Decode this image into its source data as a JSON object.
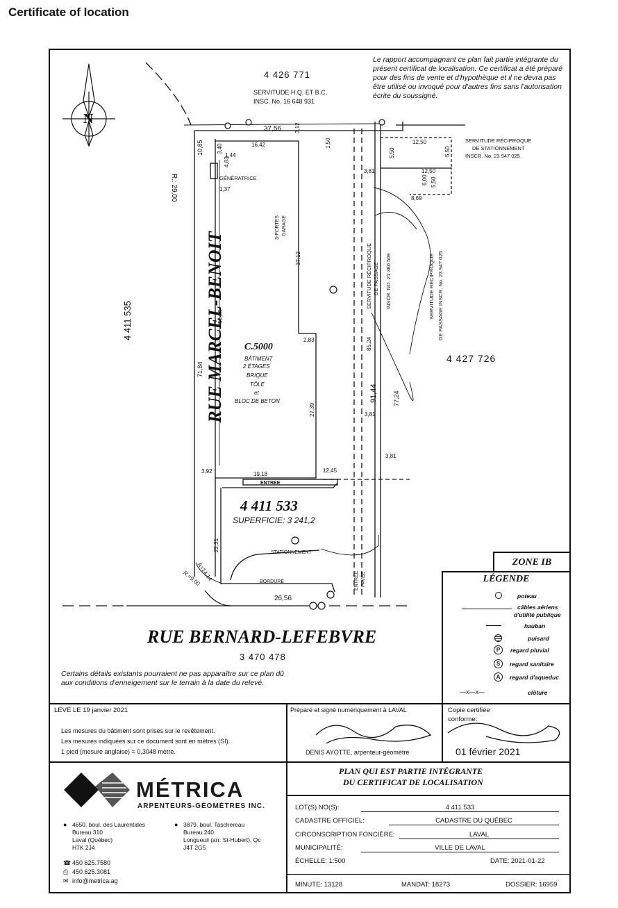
{
  "page_title": "Certificate of location",
  "top_note": "Le rapport accompagnant ce plan fait partie intégrante du présent certificat de localisation. Ce certificat a été préparé pour des fins de vente et d'hypothèque et il ne devra pas être utilisé ou invoqué pour d'autres fins sans l'autorisation écrite du soussigné.",
  "north_label": "N",
  "lots": {
    "top": "4 426 771",
    "left": "4 411 535",
    "right": "4 427 726",
    "bottom": "3 470 478",
    "main": "4 411 533",
    "area": "SUPERFICIE: 3 241,2"
  },
  "streets": {
    "west": "RUE MARCEL-BENOIT",
    "south": "RUE BERNARD-LEFEBVRE"
  },
  "servitudes": {
    "hq_line1": "SERVITUDE H.Q. ET B.C.",
    "hq_line2": "INSC. No. 16 648 931",
    "parking_line1": "SERVITUDE RÉCIPROQUE",
    "parking_line2": "DE STATIONNEMENT",
    "parking_line3": "INSCR. No. 23 947 025",
    "passage_a_line1": "SERVITUDE RÉCIPROQUE",
    "passage_a_line2": "DE PASSAGE",
    "passage_a_line3": "INSCR. NO. 21 380 509",
    "passage_b_line1": "SERVITUDE RÉCIPROQUE",
    "passage_b_line2": "DE PASSAGE INSCR. No. 23 947 025"
  },
  "building": {
    "code": "C.5000",
    "line1": "BÂTIMENT",
    "line2": "2 ÉTAGES",
    "line3": "BRIQUE",
    "line4": "TÔLE",
    "line5": "et",
    "line6": "BLOC DE BETON",
    "generator": "GÉNÉRATRICE",
    "garage_line1": "3-PORTES",
    "garage_line2": "GARAGE",
    "entrance": "ENTREE",
    "parking": "STATIONNEMENT",
    "curb": "BORDURE",
    "paved_line1": "ENTRÉE",
    "paved_line2": "PAVÉE"
  },
  "dimensions": {
    "d1": "37,56",
    "d2": "16,42",
    "d3": "3,12",
    "d4": "1,50",
    "d5": "3,40",
    "d6": "1,44",
    "d7": "4,83",
    "d8": "1,37",
    "d9": "10,85",
    "d10": "R.: 29,00",
    "d11": "12,50",
    "d12": "5,50",
    "d13": "5,50",
    "d14": "3,81",
    "d15": "12,50",
    "d16": "6,00",
    "d17": "8,69",
    "d18": "37,12",
    "d19": "56,26",
    "d20": "71,84",
    "d21": "2,83",
    "d22": "85,24",
    "d23": "91,44",
    "d24": "77,24",
    "d25": "27,39",
    "d26": "3,81",
    "d27": "3,81",
    "d28": "3,92",
    "d29": "19,18",
    "d30": "12,45",
    "d31": "22,31",
    "d32": "A=14,14",
    "d33": "R.=9,00",
    "d34": "26,56",
    "d35": "5,50"
  },
  "bottom_note": "Certains détails existants pourraient ne pas apparaître sur ce plan dû aux conditions d'enneigement sur le terrain à la date du relevé.",
  "zone": "ZONE IB",
  "legend": {
    "title": "LÉGENDE",
    "items": [
      {
        "label": "poteau",
        "icon": "circle-icon"
      },
      {
        "label": "câbles aériens",
        "icon": "cable-arrow-icon"
      },
      {
        "label": "d'utilité publique",
        "icon": ""
      },
      {
        "label": "hauban",
        "icon": "guy-wire-icon"
      },
      {
        "label": "puisard",
        "icon": "catch-basin-icon"
      },
      {
        "label": "regard pluvial",
        "icon": "p-circle-icon"
      },
      {
        "label": "regard sanitaire",
        "icon": "s-circle-icon"
      },
      {
        "label": "regard d'aqueduc",
        "icon": "a-circle-icon"
      },
      {
        "label": "clôture",
        "icon": "fence-line-icon"
      }
    ],
    "p_glyph": "P",
    "s_glyph": "S",
    "a_glyph": "A",
    "fence_glyph": "—x—x—"
  },
  "titleblock": {
    "leve_label": "LEVÉ LE",
    "leve_date": "19 janvier 2021",
    "measure_note1": "Les mesures du bâtiment sont prises sur le revêtement.",
    "measure_note2": "Les mesures indiquées sur ce document sont en mètres (SI).",
    "measure_note3": "1 pied (mesure anglaise) = 0,3048 mètre.",
    "prepared": "Préparé et signé numériquement à LAVAL",
    "surveyor": "DENIS AYOTTE, arpenteur-géomètre",
    "certified_line1": "Copie certifiée",
    "certified_line2": "conforme:",
    "certified_date": "01 février 2021",
    "plan_title1": "PLAN QUI EST PARTIE INTÉGRANTE",
    "plan_title2": "DU CERTIFICAT DE LOCALISATION",
    "company": "MÉTRICA",
    "company_sub": "ARPENTEURS-GÉOMÈTRES INC.",
    "addr1_l1": "4650, boul. des Laurentides",
    "addr1_l2": "Bureau 310",
    "addr1_l3": "Laval (Québec)",
    "addr1_l4": "H7K 2J4",
    "addr2_l1": "3879, boul. Taschereau",
    "addr2_l2": "Bureau 240",
    "addr2_l3": "Longueuil (arr. St-Hubert), Qc",
    "addr2_l4": "J4T 2G5",
    "phone": "450 625.7580",
    "fax": "450 625.3081",
    "email": "info@metrica.ag",
    "lot_label": "LOT(S) NO(S):",
    "lot_value": "4 411 533",
    "cadastre_label": "CADASTRE OFFICIEL:",
    "cadastre_value": "CADASTRE DU QUÉBEC",
    "circ_label": "CIRCONSCRIPTION FONCIÈRE:",
    "circ_value": "LAVAL",
    "muni_label": "MUNICIPALITÉ:",
    "muni_value": "VILLE DE LAVAL",
    "scale_label": "ÉCHELLE:",
    "scale_value": "1:500",
    "date_label": "DATE:",
    "date_value": "2021-01-22",
    "minute_label": "MINUTE:",
    "minute_value": "13128",
    "mandat_label": "MANDAT:",
    "mandat_value": "18273",
    "dossier_label": "DOSSIER:",
    "dossier_value": "16959"
  }
}
